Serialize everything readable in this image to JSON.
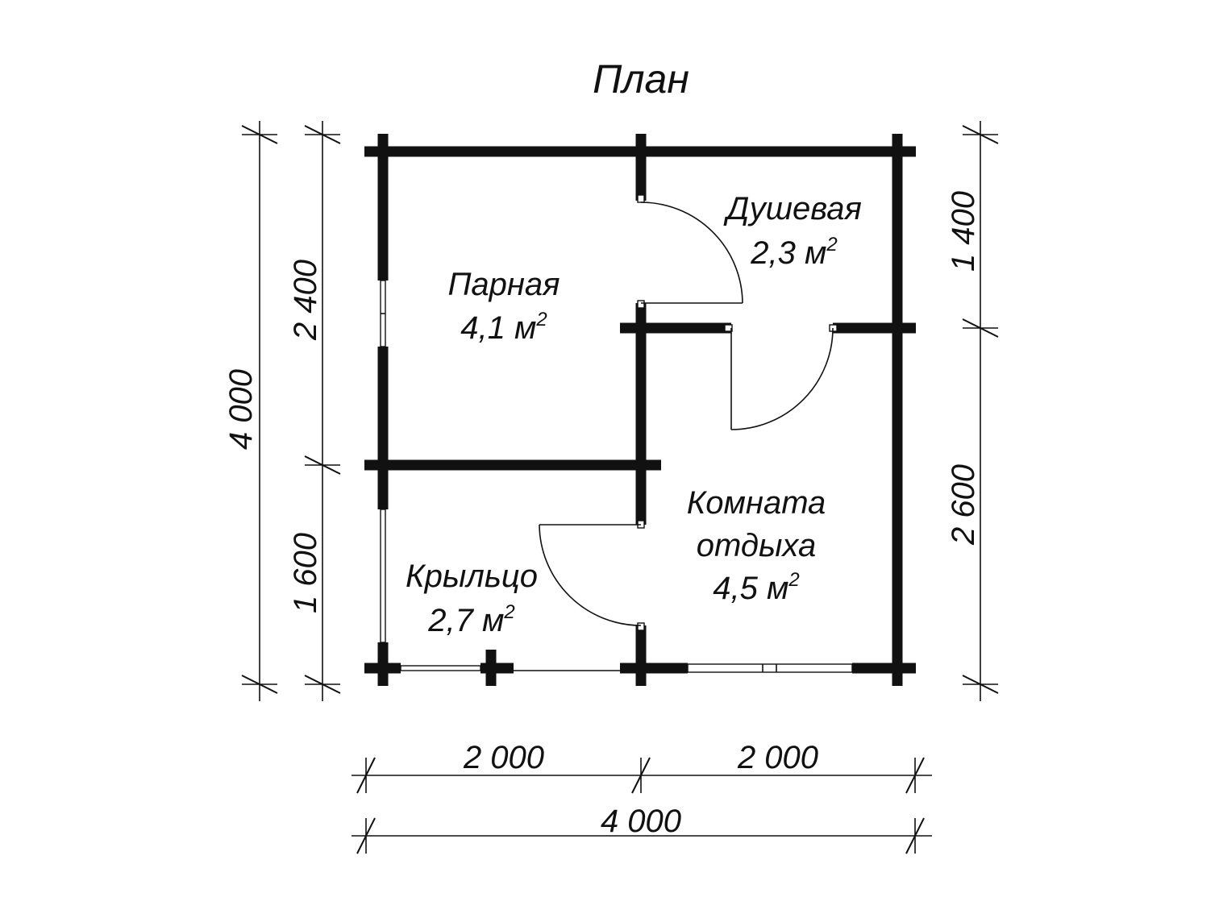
{
  "title": "План",
  "rooms": [
    {
      "name_lines": [
        "Парная"
      ],
      "area_value": "4,1",
      "area_unit": "м",
      "area_exp": "2"
    },
    {
      "name_lines": [
        "Душевая"
      ],
      "area_value": "2,3",
      "area_unit": "м",
      "area_exp": "2"
    },
    {
      "name_lines": [
        "Комната",
        "отдыха"
      ],
      "area_value": "4,5",
      "area_unit": "м",
      "area_exp": "2"
    },
    {
      "name_lines": [
        "Крыльцо"
      ],
      "area_value": "2,7",
      "area_unit": "м",
      "area_exp": "2"
    }
  ],
  "dimensions": {
    "left_total": "4 000",
    "left_upper": "2 400",
    "left_lower": "1 600",
    "right_upper": "1 400",
    "right_lower": "2 600",
    "bottom_left": "2 000",
    "bottom_right": "2 000",
    "bottom_total": "4 000"
  }
}
